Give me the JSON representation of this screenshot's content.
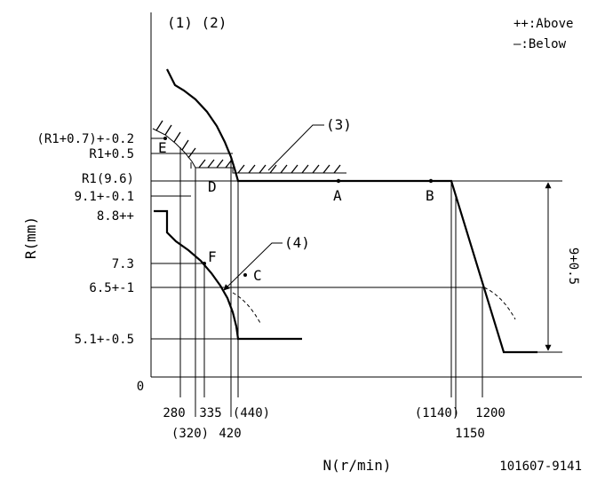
{
  "header": {
    "curve_labels": "(1) (2)",
    "legend_above": "++:Above",
    "legend_below": "—:Below",
    "doc_number": "101607-9141"
  },
  "axes": {
    "y_label": "R(mm)",
    "x_label": "N(r/min)",
    "origin": "0"
  },
  "y_labels": {
    "e": "(R1+0.7)+-0.2",
    "r05": "R1+0.5",
    "r1": "R1(9.6)",
    "l91": "9.1+-0.1",
    "l88": "8.8++",
    "l73": "7.3",
    "l65": "6.5+-1",
    "l51": "5.1+-0.5"
  },
  "x_labels": {
    "n280": "280",
    "n320": "(320)",
    "n335": "335",
    "n420": "420",
    "n440": "(440)",
    "n1140": "(1140)",
    "n1150": "1150",
    "n1200": "1200"
  },
  "points": {
    "A": "A",
    "B": "B",
    "C": "C",
    "D": "D",
    "E": "E",
    "F": "F"
  },
  "callouts": {
    "c3": "(3)",
    "c4": "(4)"
  },
  "dimension": {
    "label": "9+0.5"
  }
}
